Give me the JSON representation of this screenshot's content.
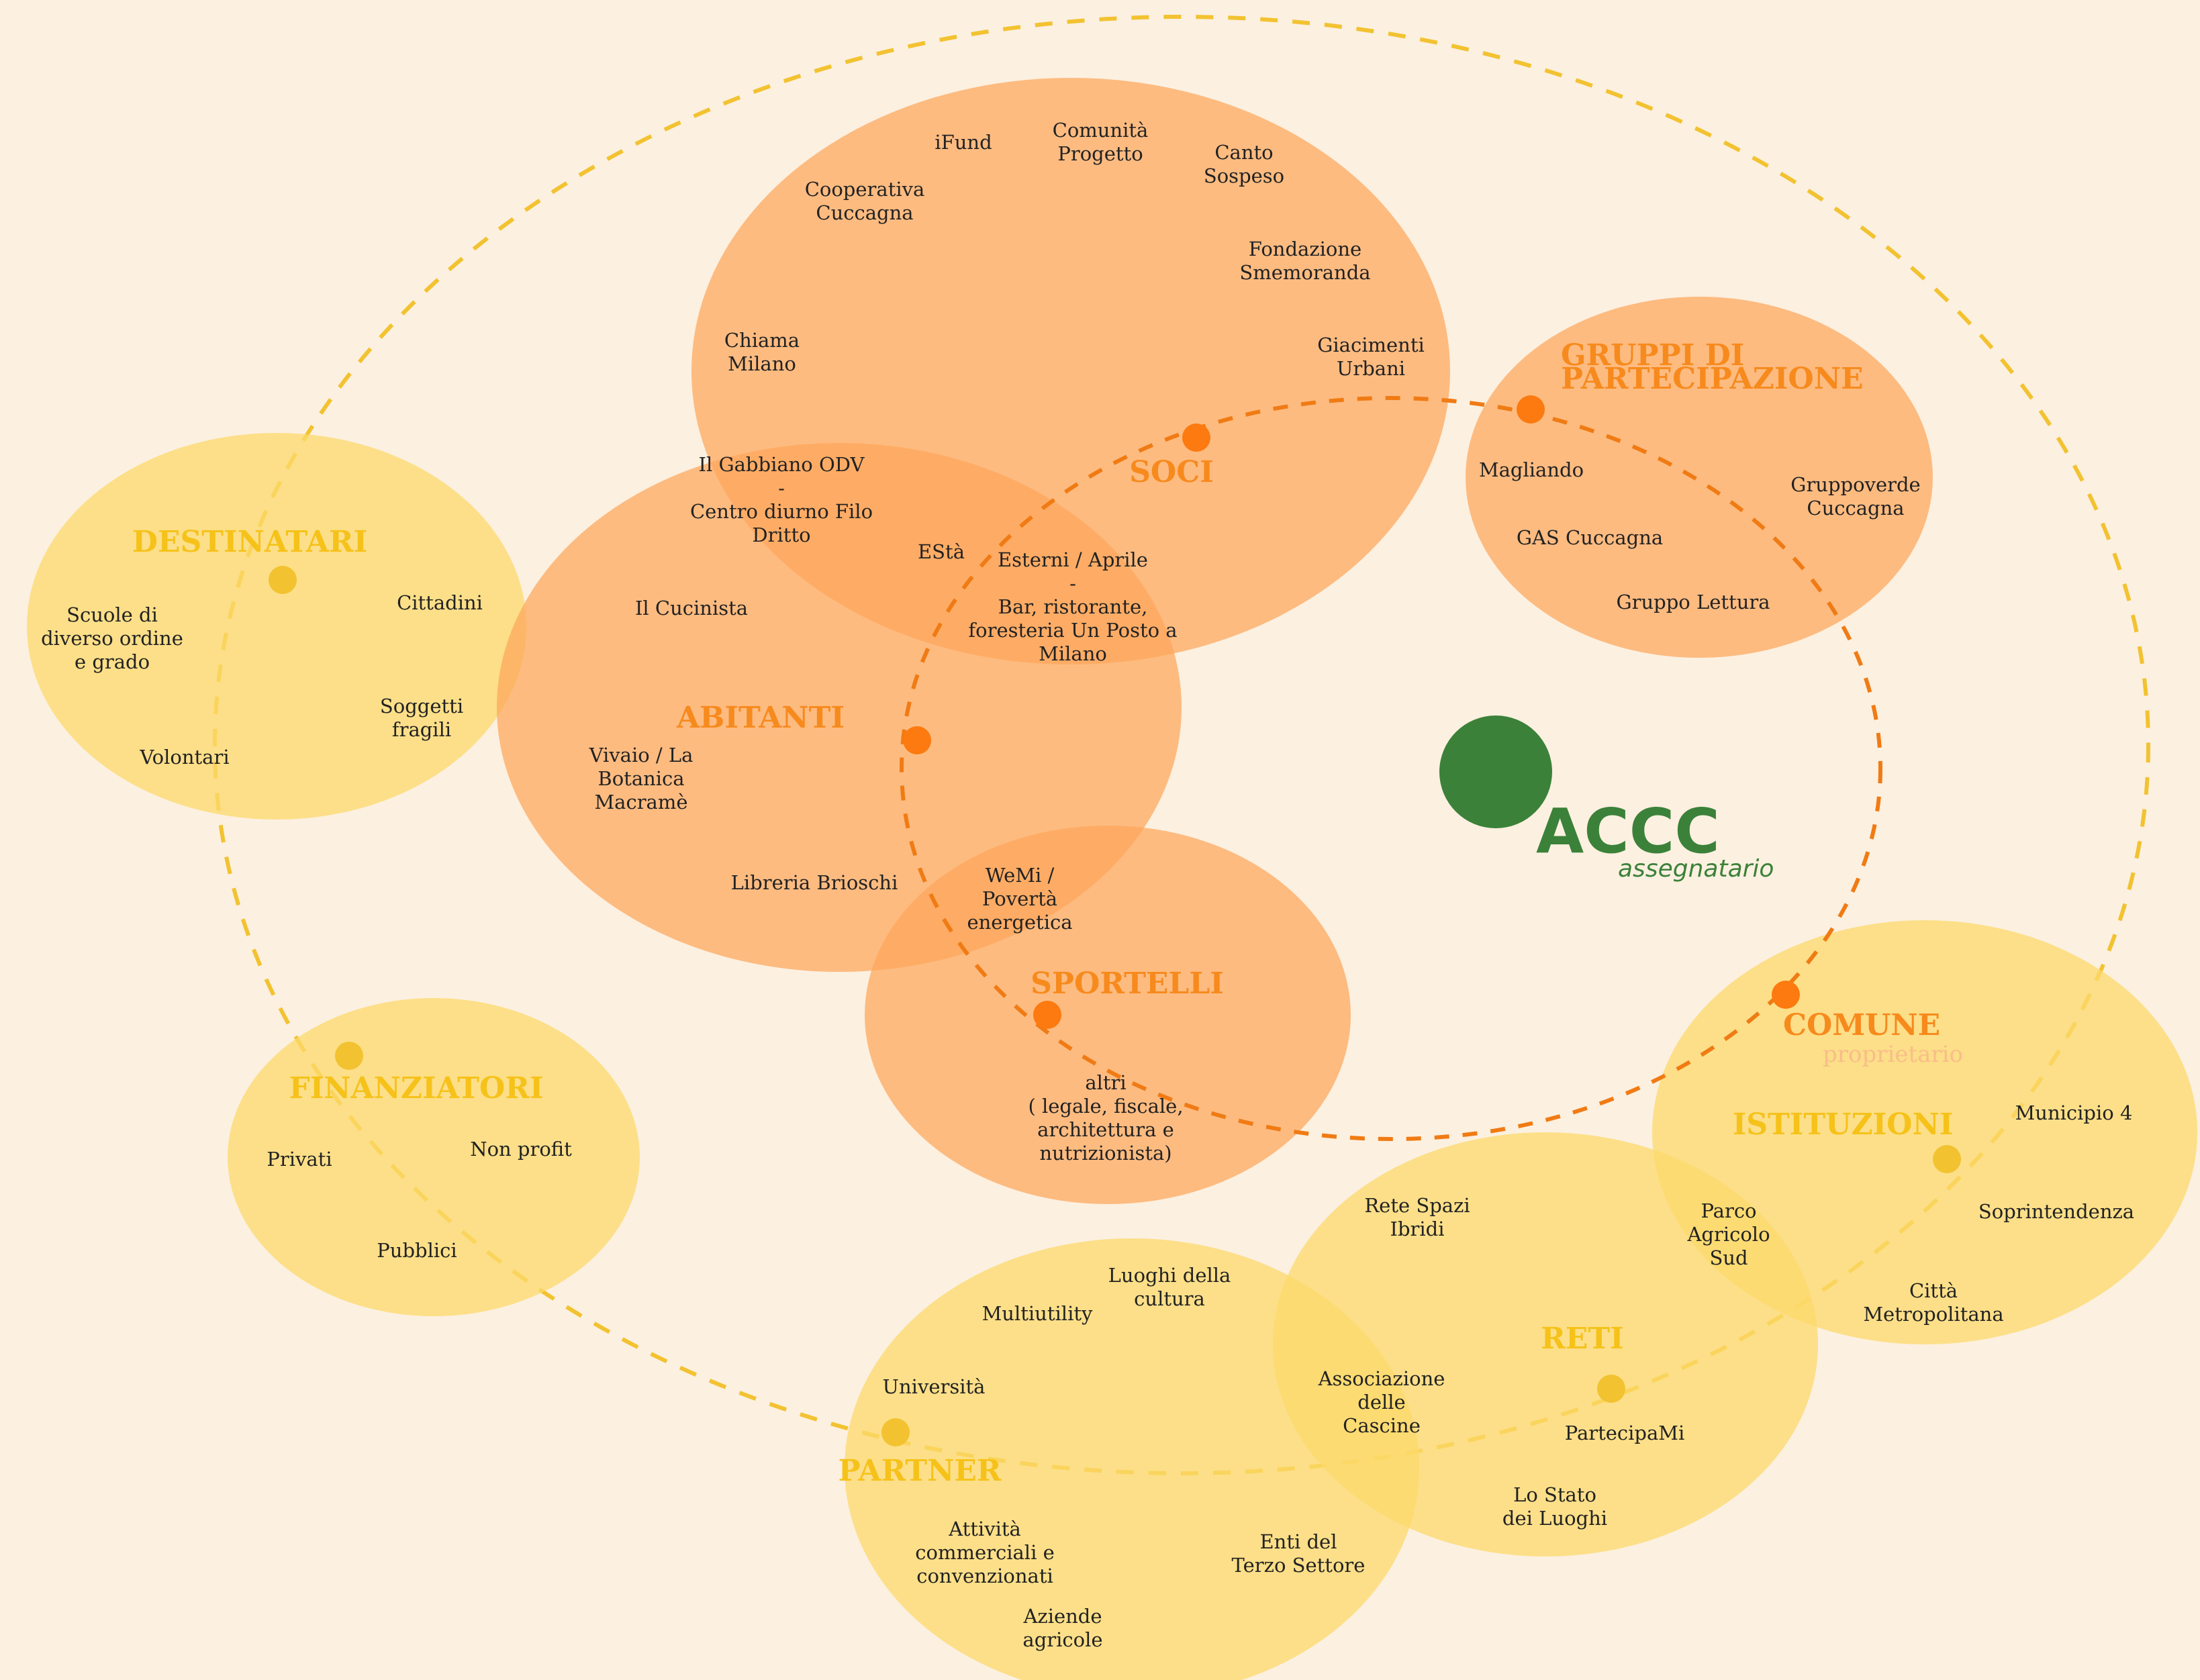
{
  "colors": {
    "background": "#fcf0e0",
    "orange_fill": "#fda65a",
    "yellow_fill": "#fcd96b",
    "orange_accent": "#f78a1d",
    "yellow_accent": "#f6c21a",
    "orange_dot": "#fc7a0f",
    "yellow_dot": "#f2c230",
    "green": "#3b8139"
  },
  "center": {
    "title": "ACCC",
    "subtitle": "assegnatario"
  },
  "groups": {
    "soci": {
      "label": "SOCI",
      "items": [
        [
          "iFund"
        ],
        [
          "Comunità",
          "Progetto"
        ],
        [
          "Canto",
          "Sospeso"
        ],
        [
          "Cooperativa",
          "Cuccagna"
        ],
        [
          "Fondazione",
          "Smemoranda"
        ],
        [
          "Chiama",
          "Milano"
        ],
        [
          "Giacimenti",
          "Urbani"
        ]
      ]
    },
    "shared": {
      "items": [
        [
          "Il Gabbiano ODV",
          "-",
          "Centro diurno Filo",
          "Dritto"
        ],
        [
          "EStà"
        ],
        [
          "Esterni / Aprile",
          "-",
          "Bar, ristorante,",
          "foresteria Un Posto a",
          "Milano"
        ],
        [
          "WeMi /",
          "Povertà",
          "energetica"
        ]
      ]
    },
    "abitanti": {
      "label": "ABITANTI",
      "items": [
        [
          "Il Cucinista"
        ],
        [
          "Vivaio / La",
          "Botanica",
          "Macramè"
        ],
        [
          "Libreria Brioschi"
        ]
      ]
    },
    "sportelli": {
      "label": "SPORTELLI",
      "items": [
        [
          "altri",
          "( legale, fiscale,",
          "architettura e",
          "nutrizionista)"
        ]
      ]
    },
    "gruppi": {
      "label_lines": [
        "GRUPPI DI",
        "PARTECIPAZIONE"
      ],
      "items": [
        [
          "Magliando"
        ],
        [
          "Gruppoverde",
          "Cuccagna"
        ],
        [
          "GAS Cuccagna"
        ],
        [
          "Gruppo Lettura"
        ]
      ]
    },
    "destinatari": {
      "label": "DESTINATARI",
      "items": [
        [
          "Scuole di",
          "diverso ordine",
          "e grado"
        ],
        [
          "Cittadini"
        ],
        [
          "Soggetti",
          "fragili"
        ],
        [
          "Volontari"
        ]
      ]
    },
    "finanziatori": {
      "label": "FINANZIATORI",
      "items": [
        [
          "Privati"
        ],
        [
          "Non profit"
        ],
        [
          "Pubblici"
        ]
      ]
    },
    "partner": {
      "label": "PARTNER",
      "items": [
        [
          "Luoghi della",
          "cultura"
        ],
        [
          "Multiutility"
        ],
        [
          "Università"
        ],
        [
          "Attività",
          "commerciali e",
          "convenzionati"
        ],
        [
          "Enti del",
          "Terzo Settore"
        ],
        [
          "Aziende",
          "agricole"
        ]
      ]
    },
    "reti": {
      "label": "RETI",
      "items": [
        [
          "Rete Spazi",
          "Ibridi"
        ],
        [
          "Associazione",
          "delle",
          "Cascine"
        ],
        [
          "PartecipaMi"
        ],
        [
          "Lo Stato",
          "dei Luoghi"
        ]
      ]
    },
    "shared_reti_istituzioni": {
      "items": [
        [
          "Parco",
          "Agricolo",
          "Sud"
        ]
      ]
    },
    "istituzioni": {
      "label": "ISTITUZIONI",
      "items": [
        [
          "Municipio 4"
        ],
        [
          "Soprintendenza"
        ],
        [
          "Città",
          "Metropolitana"
        ]
      ]
    },
    "comune": {
      "label": "COMUNE",
      "sublabel": "proprietario"
    }
  }
}
